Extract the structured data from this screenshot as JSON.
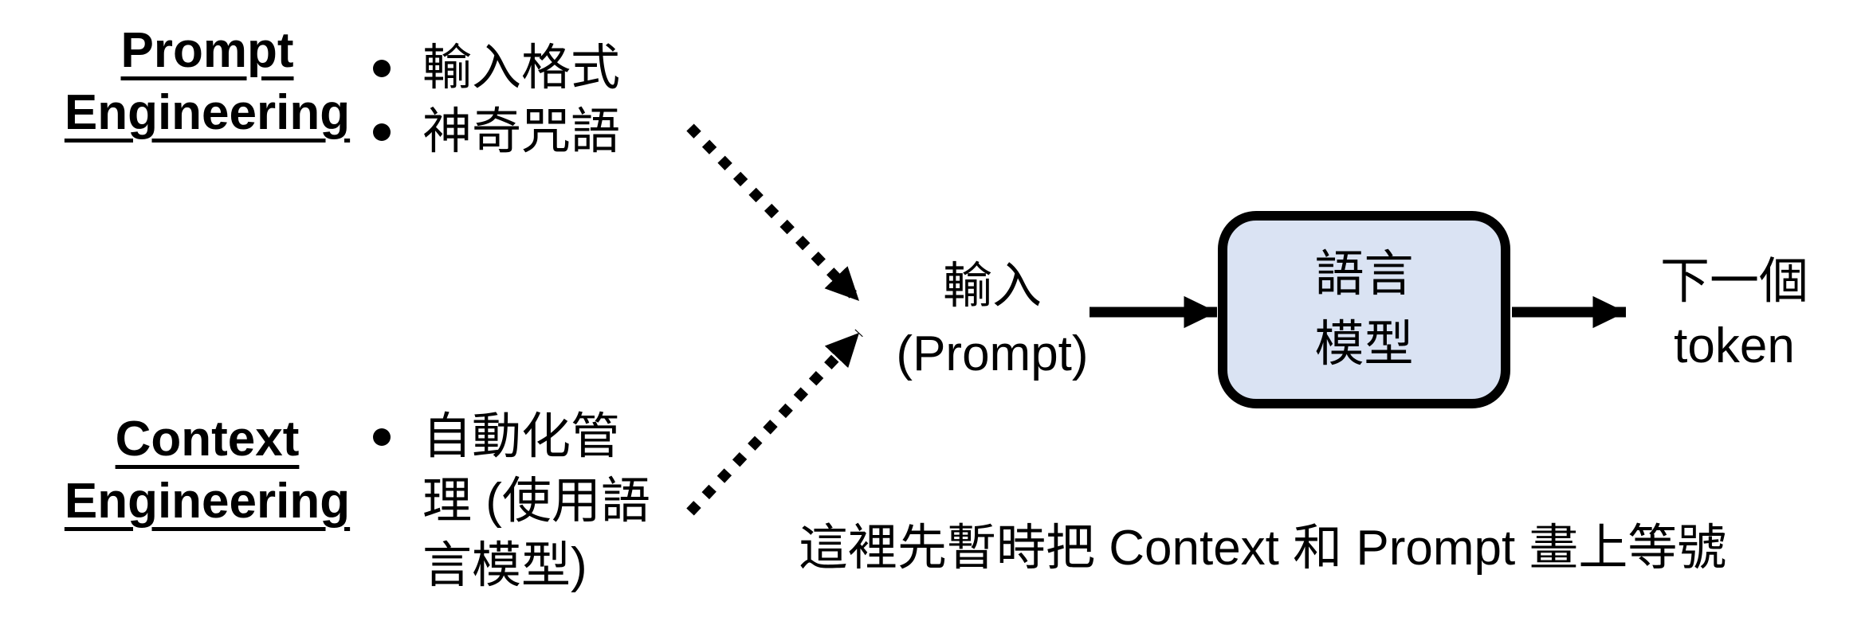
{
  "slide": {
    "background_color": "#ffffff",
    "text_color": "#000000"
  },
  "prompt_block": {
    "title_line1": "Prompt",
    "title_line2": "Engineering",
    "bullets": [
      "輸入格式",
      "神奇咒語"
    ]
  },
  "context_block": {
    "title_line1": "Context",
    "title_line2": "Engineering",
    "bullets": [
      "自動化管理 (使用語言模型)"
    ]
  },
  "input_node": {
    "line1": "輸入",
    "line2": "(Prompt)"
  },
  "model_node": {
    "line1": "語言",
    "line2": "模型",
    "fill_color": "#dae3f3",
    "border_color": "#000000"
  },
  "output_node": {
    "line1": "下一個",
    "line2": "token"
  },
  "caption": "這裡先暫時把 Context 和 Prompt 畫上等號",
  "arrows": {
    "color": "#000000"
  }
}
